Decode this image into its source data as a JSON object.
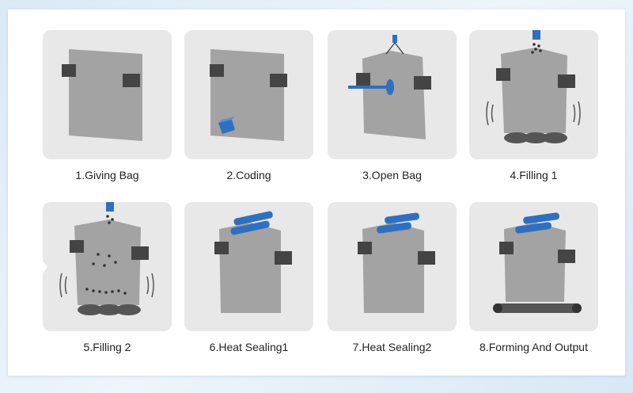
{
  "steps": [
    {
      "label": "1.Giving Bag"
    },
    {
      "label": "2.Coding"
    },
    {
      "label": "3.Open Bag"
    },
    {
      "label": "4.Filling 1"
    },
    {
      "label": "5.Filling 2"
    },
    {
      "label": "6.Heat Sealing1"
    },
    {
      "label": "7.Heat Sealing2"
    },
    {
      "label": "8.Forming And Output"
    }
  ],
  "colors": {
    "tile": "#e8e8e8",
    "bag": "#a3a3a3",
    "clamp": "#444444",
    "accent_blue": "#2f6fc0",
    "caption_text": "#222222"
  }
}
